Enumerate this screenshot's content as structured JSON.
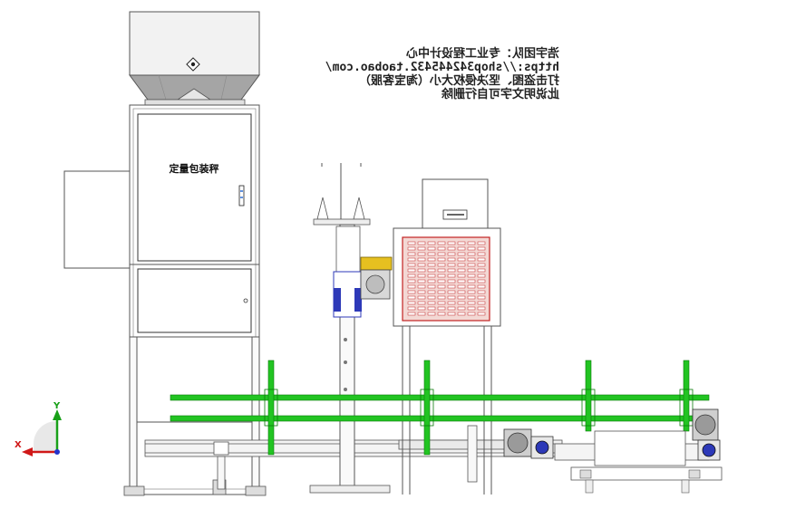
{
  "diagram": {
    "cabinet_label": "定量包装秤",
    "watermark_lines": [
      "浩宇团队：专业工程设计中心",
      "https://shop342445432.taobao.com/",
      "打击盗图、坚决侵权大小（淘宝客服）",
      "此说明文字可自行删除"
    ],
    "axes": {
      "x_label": "X",
      "y_label": "Y"
    },
    "colors": {
      "frame": "#555555",
      "cabinet_fill": "#ffffff",
      "hopper_fill": "#f2f2f2",
      "hopper_shade": "#9c9c9c",
      "rail_green": "#22c422",
      "rail_dark": "#0b7a0b",
      "motor_yellow": "#e6c020",
      "motor_blue": "#2d39b8",
      "grille_fill": "#f3d8d4",
      "grille_border": "#c22222",
      "axis_x": "#d01818",
      "axis_y": "#18a018",
      "axis_z": "#2233cc"
    }
  }
}
